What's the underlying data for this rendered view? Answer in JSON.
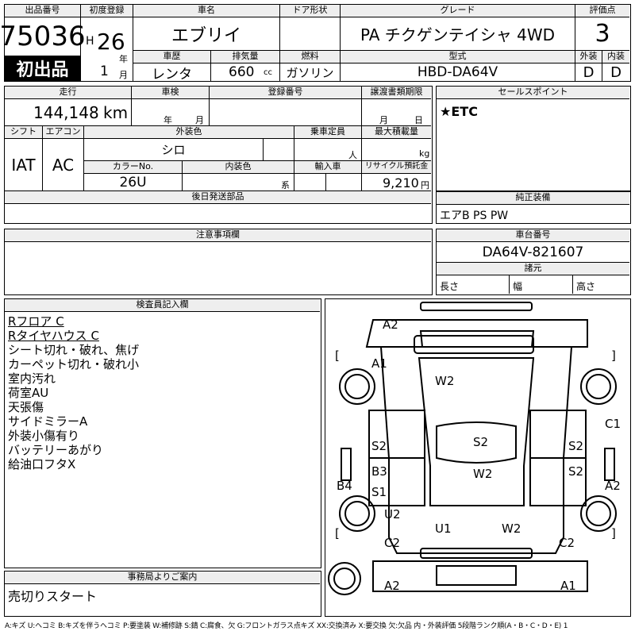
{
  "header": {
    "lot_label": "出品番号",
    "lot_number": "75036",
    "first_listing": "初出品",
    "first_reg_label": "初度登録",
    "era": "H",
    "year_num": "26",
    "year_unit": "年",
    "month_num": "1",
    "month_unit": "月",
    "car_name_label": "車名",
    "car_name": "エブリイ",
    "door_label": "ドア形状",
    "door_value": "",
    "grade_label": "グレード",
    "grade": "PA チクゲンテイシャ 4WD",
    "score_label": "評価点",
    "score": "3",
    "history_label": "車歴",
    "history": "レンタ",
    "displacement_label": "排気量",
    "displacement": "660",
    "displacement_unit": "cc",
    "fuel_label": "燃料",
    "fuel": "ガソリン",
    "model_label": "型式",
    "model": "HBD-DA64V",
    "exterior_label": "外装",
    "exterior": "D",
    "interior_label": "内装",
    "interior": "D"
  },
  "details": {
    "mileage_label": "走行",
    "mileage": "144,148",
    "mileage_unit": "km",
    "inspection_label": "車検",
    "insp_year_unit": "年",
    "insp_month_unit": "月",
    "reg_no_label": "登録番号",
    "transfer_label": "譲渡書類期限",
    "transfer_month_unit": "月",
    "transfer_day_unit": "日",
    "shift_label": "シフト",
    "shift": "IAT",
    "ac_label": "エアコン",
    "ac": "AC",
    "ext_color_label": "外装色",
    "ext_color": "シロ",
    "capacity_label": "乗車定員",
    "capacity_unit": "人",
    "max_load_label": "最大積載量",
    "max_load_unit": "kg",
    "color_no_label": "カラーNo.",
    "color_no": "26U",
    "int_color_label": "内装色",
    "int_color_unit": "系",
    "import_label": "輸入車",
    "recycle_label": "リサイクル預託金",
    "recycle": "9,210",
    "recycle_unit": "円",
    "later_parts_label": "後日発送部品"
  },
  "sales": {
    "label": "セールスポイント",
    "text": "★ETC"
  },
  "equipment": {
    "label": "純正装備",
    "text": "エアB PS PW"
  },
  "notes": {
    "label": "注意事項欄"
  },
  "chassis": {
    "label": "車台番号",
    "number": "DA64V-821607",
    "dims_label": "諸元",
    "length_label": "長さ",
    "width_label": "幅",
    "height_label": "高さ"
  },
  "inspector": {
    "label": "検査員記入欄",
    "lines": [
      "Rフロア C",
      "Rタイヤハウス C",
      "シート切れ・破れ、焦げ",
      "カーペット切れ・破れ小",
      "室内汚れ",
      "荷室AU",
      "天張傷",
      "サイドミラーA",
      "外装小傷有り",
      "バッテリーあがり",
      "給油口フタX"
    ]
  },
  "office": {
    "label": "事務局よりご案内",
    "text": "売切りスタート"
  },
  "diagram": {
    "marks": [
      "A2",
      "A1",
      "W2",
      "C1",
      "S2",
      "S2",
      "S2",
      "B3",
      "W2",
      "S2",
      "S1",
      "B4",
      "A2",
      "U2",
      "U1",
      "W2",
      "C2",
      "C2",
      "A2",
      "A1"
    ],
    "brackets": [
      "[",
      "]",
      "[",
      "]"
    ]
  },
  "legend": "A:キズ U:ヘコミ B:キズを伴うヘコミ P:要塗装 W:補修跡 S:錆 C:腐食、欠 G:フロントガラス点キズ XX:交換済み X:要交換 欠:欠品 内・外装評価 5段階ランク順(A・B・C・D・E) 1"
}
